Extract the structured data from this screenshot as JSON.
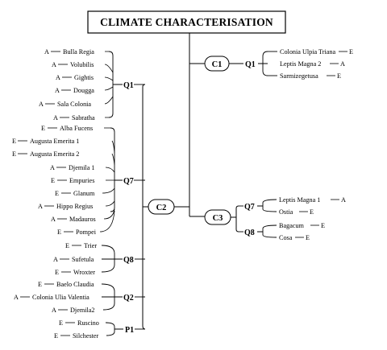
{
  "title": "CLIMATE CHARACTERISATION",
  "branches": {
    "c1": {
      "label": "C1",
      "groups": [
        {
          "label": "Q1",
          "sites": [
            {
              "name": "Colonia Ulpia Triana",
              "code": "E"
            },
            {
              "name": "Leptis Magna 2",
              "code": "A"
            },
            {
              "name": "Sarmizegetusa",
              "code": "E"
            }
          ]
        }
      ]
    },
    "c2": {
      "label": "C2",
      "groups": [
        {
          "label": "Q1",
          "sites": [
            {
              "name": "Bulla Regia",
              "code": "A"
            },
            {
              "name": "Volubilis",
              "code": "A"
            },
            {
              "name": "Gightis",
              "code": "A"
            },
            {
              "name": "Dougga",
              "code": "A"
            },
            {
              "name": "Sala Colonia",
              "code": "A"
            },
            {
              "name": "Sabratha",
              "code": "A"
            }
          ]
        },
        {
          "label": "Q7",
          "sites": [
            {
              "name": "Alba Fucens",
              "code": "E"
            },
            {
              "name": "Augusta Emerita 1",
              "code": "E"
            },
            {
              "name": "Augusta Emerita 2",
              "code": "E"
            },
            {
              "name": "Djemila 1",
              "code": "A"
            },
            {
              "name": "Empuries",
              "code": "E"
            },
            {
              "name": "Glanum",
              "code": "E"
            },
            {
              "name": "Hippo Regius",
              "code": "A"
            },
            {
              "name": "Madauros",
              "code": "A"
            },
            {
              "name": "Pompei",
              "code": "E"
            }
          ]
        },
        {
          "label": "Q8",
          "sites": [
            {
              "name": "Trier",
              "code": "E"
            },
            {
              "name": "Sufetula",
              "code": "A"
            },
            {
              "name": "Wroxter",
              "code": "E"
            }
          ]
        },
        {
          "label": "Q2",
          "sites": [
            {
              "name": "Baelo Claudia",
              "code": "E"
            },
            {
              "name": "Colonia Ulia Valentia",
              "code": "A"
            },
            {
              "name": "Djemila2",
              "code": "A"
            }
          ]
        },
        {
          "label": "P1",
          "sites": [
            {
              "name": "Ruscino",
              "code": "E"
            },
            {
              "name": "Silchester",
              "code": "E"
            }
          ]
        }
      ]
    },
    "c3": {
      "label": "C3",
      "groups": [
        {
          "label": "Q7",
          "sites": [
            {
              "name": "Leptis Magna 1",
              "code": "A"
            },
            {
              "name": "Ostia",
              "code": "E"
            }
          ]
        },
        {
          "label": "Q8",
          "sites": [
            {
              "name": "Bagacum",
              "code": "E"
            },
            {
              "name": "Cosa",
              "code": "E"
            }
          ]
        }
      ]
    }
  }
}
